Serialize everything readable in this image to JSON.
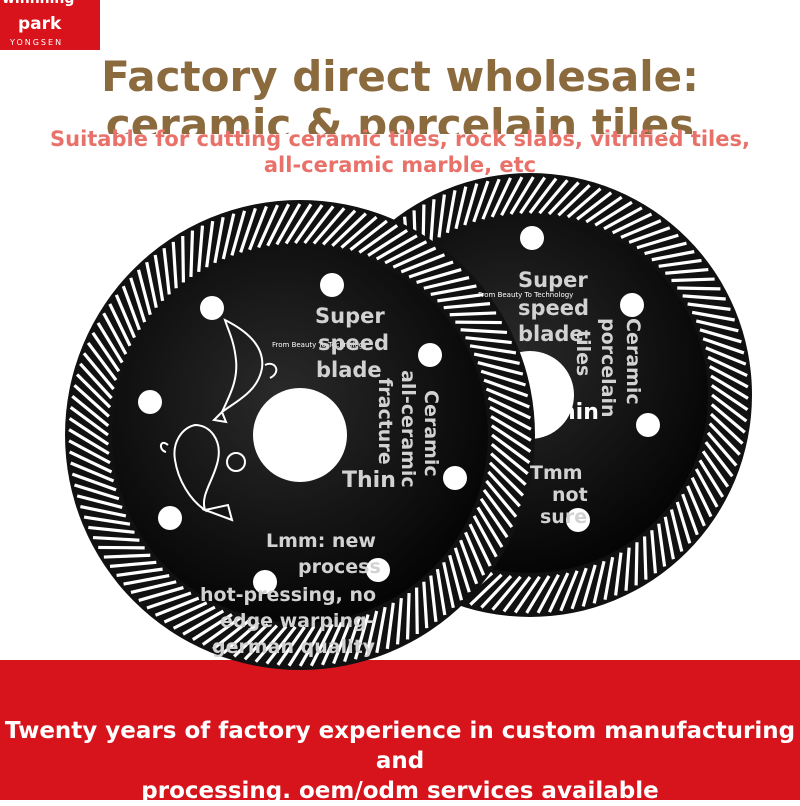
{
  "badge": {
    "brand_top": "winnning",
    "brand_main": "park",
    "brand_sub": "YONGSEN"
  },
  "header": {
    "title_line1": "Factory direct wholesale:",
    "title_line2": "ceramic & porcelain tiles",
    "subtitle_line1": "Suitable for cutting ceramic tiles, rock slabs, vitrified tiles,",
    "subtitle_line2": "all-ceramic marble, etc"
  },
  "front_blade": {
    "super": "Super",
    "speed": "speed",
    "blade": "blade",
    "ceramic": "Ceramic",
    "all_ceramic": "all-ceramic",
    "fracture": "fracture",
    "thin": "Thin",
    "tagline": "From Beauty To Technology",
    "spec_line1": "Lmm: new",
    "spec_line2": "process",
    "spec_line3": "hot-pressing, no",
    "spec_line4": "edge warping-",
    "spec_line5": "german quality"
  },
  "back_blade": {
    "super": "Super",
    "speed": "speed",
    "blade": "blade",
    "ceramic": "Ceramic",
    "porcelain": "porcelain",
    "tiles": "tiles",
    "thin": "Thin",
    "tagline": "From Beauty To Technology",
    "spec_line1": "Tmm",
    "spec_line2": "not",
    "spec_line3": "sure"
  },
  "footer": {
    "line1": "Twenty years of factory experience in custom manufacturing and",
    "line2": "processing. oem/odm services available"
  },
  "colors": {
    "brand_red": "#d7141c",
    "title_brown": "#8b6a3e",
    "subtitle_coral": "#e8726a",
    "blade_black": "#0a0a0a"
  }
}
